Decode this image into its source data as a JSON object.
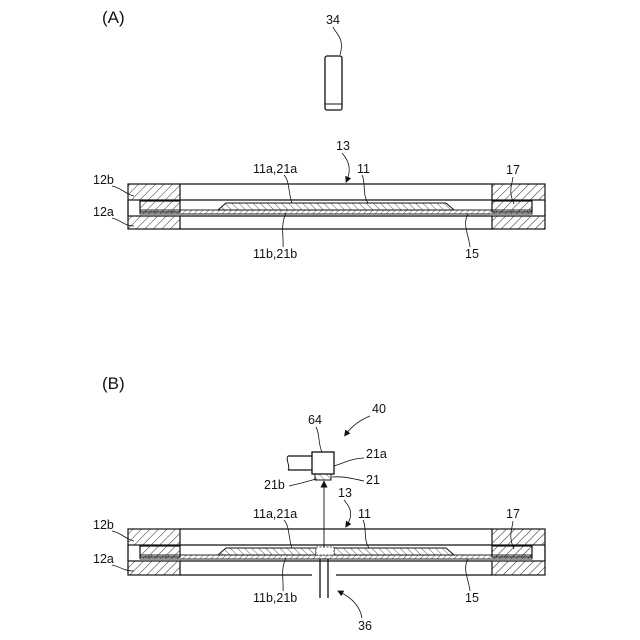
{
  "panels": {
    "a": {
      "label": "(A)",
      "refs": {
        "pin": "34",
        "frame_gap": "13",
        "frame_top": "12b",
        "frame_bottom": "12a",
        "wafer_face_top": "11a,21a",
        "wafer": "11",
        "ring": "17",
        "wafer_face_bottom": "11b,21b",
        "tape": "15"
      }
    },
    "b": {
      "label": "(B)",
      "refs": {
        "collet": "64",
        "pickup_unit": "40",
        "chip_top": "21a",
        "chip_bottom": "21b",
        "chip": "21",
        "frame_gap": "13",
        "frame_top": "12b",
        "frame_bottom": "12a",
        "wafer_face_top": "11a,21a",
        "wafer": "11",
        "ring": "17",
        "wafer_face_bottom": "11b,21b",
        "tape": "15",
        "needle": "36"
      }
    }
  }
}
